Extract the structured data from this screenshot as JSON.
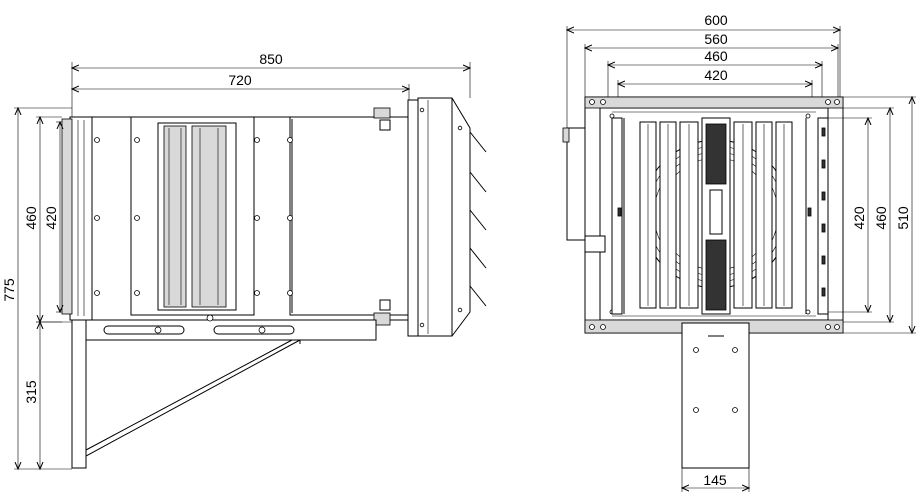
{
  "side_view": {
    "dims": {
      "overall_length": "850",
      "body_length": "720",
      "total_height": "775",
      "height_outer": "460",
      "height_inner": "420",
      "bracket_height": "315"
    }
  },
  "front_view": {
    "dims": {
      "width_600": "600",
      "width_560": "560",
      "width_460": "460",
      "width_420": "420",
      "height_420": "420",
      "height_460": "460",
      "height_510": "510",
      "post_width": "145"
    }
  }
}
